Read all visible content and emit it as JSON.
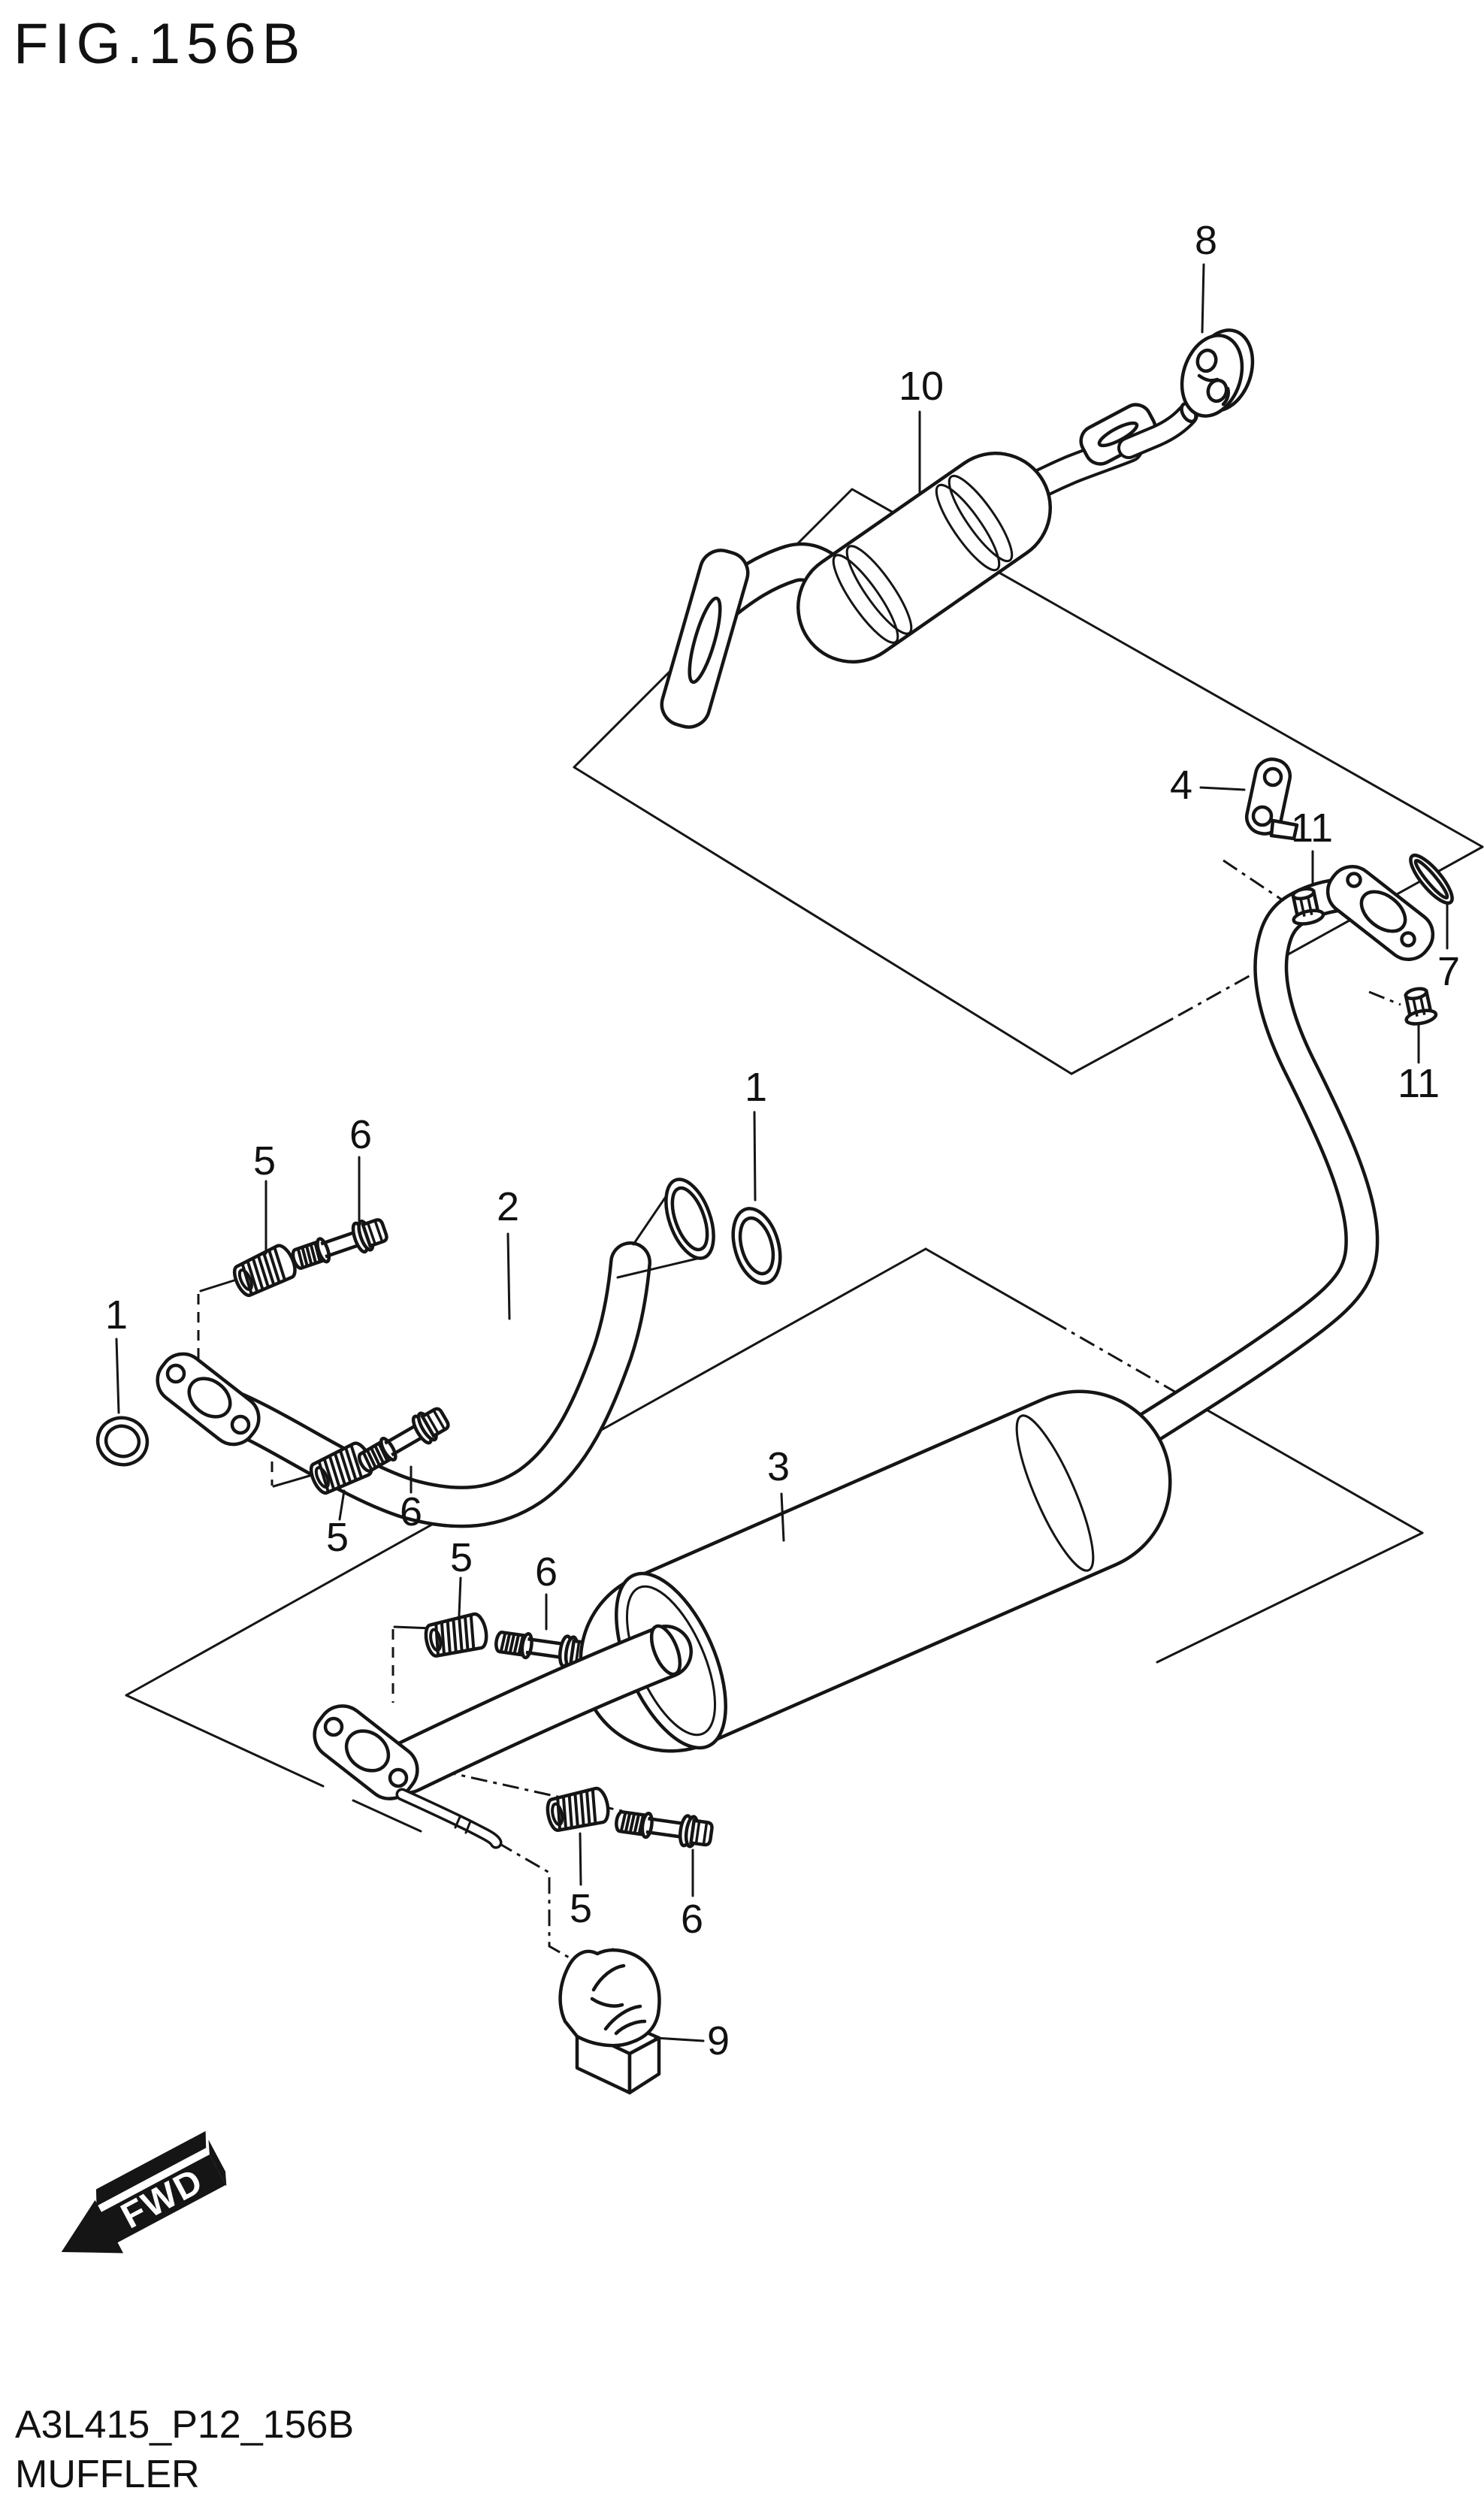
{
  "figure": {
    "id": "FIG.156B",
    "drawing_code": "A3L415_P12_156B",
    "title": "MUFFLER",
    "fwd": "FWD"
  },
  "palette": {
    "ink": "#151515",
    "paper": "#ffffff"
  },
  "callouts": {
    "c1_left": "1",
    "c1_right": "1",
    "c2": "2",
    "c3": "3",
    "c4": "4",
    "c5_a": "5",
    "c5_b": "5",
    "c5_c": "5",
    "c5_d": "5",
    "c6_a": "6",
    "c6_b": "6",
    "c6_c": "6",
    "c6_d": "6",
    "c7": "7",
    "c8": "8",
    "c9": "9",
    "c10": "10",
    "c11_upper": "11",
    "c11_lower": "11"
  }
}
